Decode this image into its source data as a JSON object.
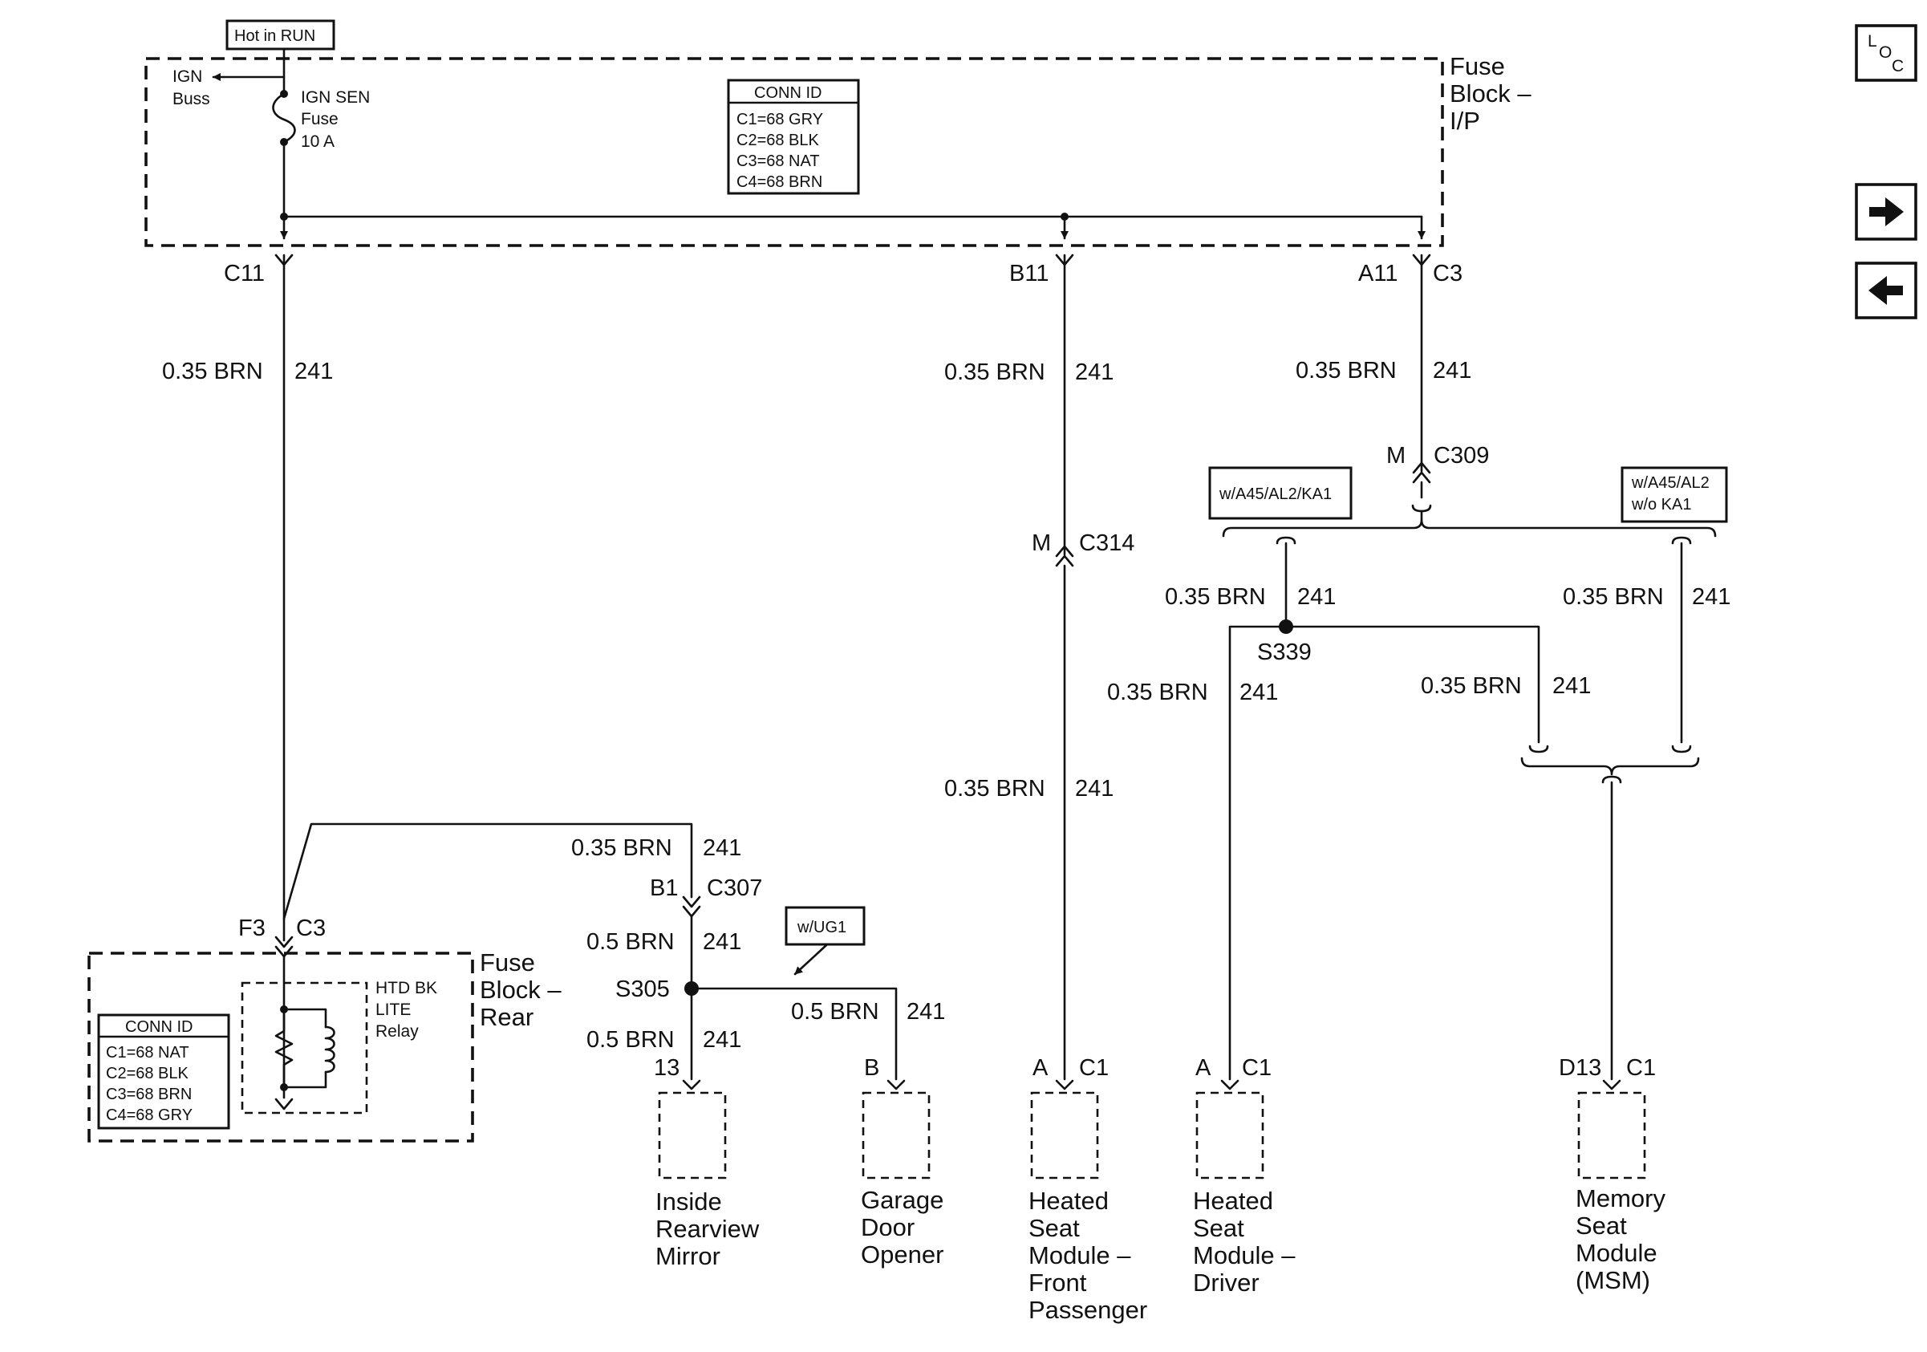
{
  "power": {
    "hot_in_run": "Hot in RUN",
    "ign_buss": [
      "IGN",
      "Buss"
    ],
    "fuse": [
      "IGN SEN",
      "Fuse",
      "10 A"
    ]
  },
  "fuse_block_ip": {
    "title": [
      "Fuse",
      "Block –",
      "I/P"
    ],
    "conn_id": {
      "header": "CONN ID",
      "rows": [
        "C1=68 GRY",
        "C2=68 BLK",
        "C3=68 NAT",
        "C4=68 BRN"
      ]
    }
  },
  "fuse_block_rear": {
    "title": [
      "Fuse",
      "Block –",
      "Rear"
    ],
    "relay": [
      "HTD BK",
      "LITE",
      "Relay"
    ],
    "conn_id": {
      "header": "CONN ID",
      "rows": [
        "C1=68 NAT",
        "C2=68 BLK",
        "C3=68 BRN",
        "C4=68 GRY"
      ]
    }
  },
  "connectors": {
    "c11": "C11",
    "b11": "B11",
    "a11": "A11",
    "c3_top": "C3",
    "m_c309": "M",
    "c309": "C309",
    "m_c314": "M",
    "c314": "C314",
    "b1": "B1",
    "c307": "C307",
    "f3": "F3",
    "c3_rear": "C3",
    "pin_13": "13",
    "pin_b": "B",
    "pin_a1": "A",
    "c1_a": "C1",
    "pin_a2": "A",
    "c1_b": "C1",
    "pin_d13": "D13",
    "c1_c": "C1"
  },
  "splices": {
    "s339": "S339",
    "s305": "S305"
  },
  "options": {
    "a45_al2_ka1": "w/A45/AL2/KA1",
    "a45_al2_line1": "w/A45/AL2",
    "a45_al2_line2": "w/o KA1",
    "ug1": "w/UG1"
  },
  "wires": {
    "w1": {
      "gauge": "0.35 BRN",
      "circuit": "241"
    },
    "w2": {
      "gauge": "0.35 BRN",
      "circuit": "241"
    },
    "w3": {
      "gauge": "0.35 BRN",
      "circuit": "241"
    },
    "w4": {
      "gauge": "0.35 BRN",
      "circuit": "241"
    },
    "w5": {
      "gauge": "0.35 BRN",
      "circuit": "241"
    },
    "w6": {
      "gauge": "0.35 BRN",
      "circuit": "241"
    },
    "w7": {
      "gauge": "0.35 BRN",
      "circuit": "241"
    },
    "w8": {
      "gauge": "0.35 BRN",
      "circuit": "241"
    },
    "w9": {
      "gauge": "0.35 BRN",
      "circuit": "241"
    },
    "w10": {
      "gauge": "0.5 BRN",
      "circuit": "241"
    },
    "w11": {
      "gauge": "0.5 BRN",
      "circuit": "241"
    },
    "w12": {
      "gauge": "0.5 BRN",
      "circuit": "241"
    }
  },
  "components": {
    "mirror": [
      "Inside",
      "Rearview",
      "Mirror"
    ],
    "garage": [
      "Garage",
      "Door",
      "Opener"
    ],
    "hsm_front": [
      "Heated",
      "Seat",
      "Module –",
      "Front",
      "Passenger"
    ],
    "hsm_driver": [
      "Heated",
      "Seat",
      "Module –",
      "Driver"
    ],
    "msm": [
      "Memory",
      "Seat",
      "Module",
      "(MSM)"
    ]
  },
  "nav": {
    "loc_l": "L",
    "loc_o": "O",
    "loc_c": "C",
    "next_icon": "arrow-right-icon",
    "prev_icon": "arrow-left-icon"
  }
}
